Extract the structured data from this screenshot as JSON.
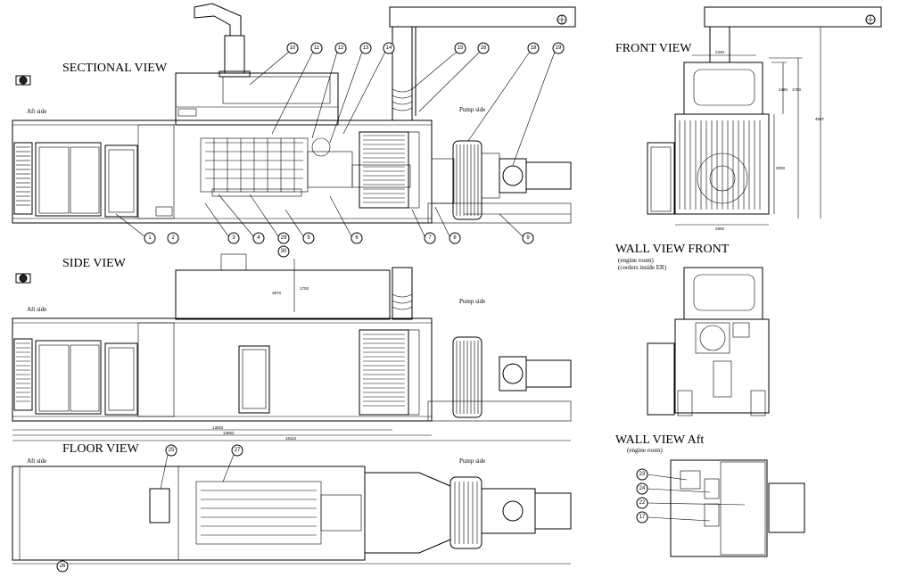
{
  "views": {
    "sectional": "SECTIONAL VIEW",
    "side": "SIDE VIEW",
    "floor": "FLOOR VIEW",
    "front": "FRONT VIEW",
    "wall_front": "WALL VIEW FRONT",
    "wall_aft": "WALL VIEW Aft"
  },
  "notes": {
    "aft_side": "Aft side",
    "pump_side": "Pump side",
    "engine_room": "(engine room)",
    "coolers_inside": "(coolers inside ER)"
  },
  "dims": {
    "side_h1": "13002",
    "side_h2": "13862",
    "side_total": "16112",
    "side_v1": "3870",
    "side_v2": "1700",
    "front_w1": "2440",
    "front_w2": "2800",
    "front_v1": "1460",
    "front_v2": "1780",
    "front_v3": "3000",
    "front_total": "4587"
  },
  "callouts": {
    "sectional_top": [
      "10",
      "11",
      "12",
      "13",
      "14",
      "15",
      "16",
      "18",
      "19"
    ],
    "sectional_bottom": [
      "1",
      "2",
      "3",
      "4",
      "29",
      "5",
      "6",
      "7",
      "8",
      "9"
    ],
    "side": [
      "30"
    ],
    "floor": [
      "25",
      "27",
      "26"
    ],
    "wall_aft": [
      "23",
      "24",
      "22",
      "17"
    ]
  }
}
